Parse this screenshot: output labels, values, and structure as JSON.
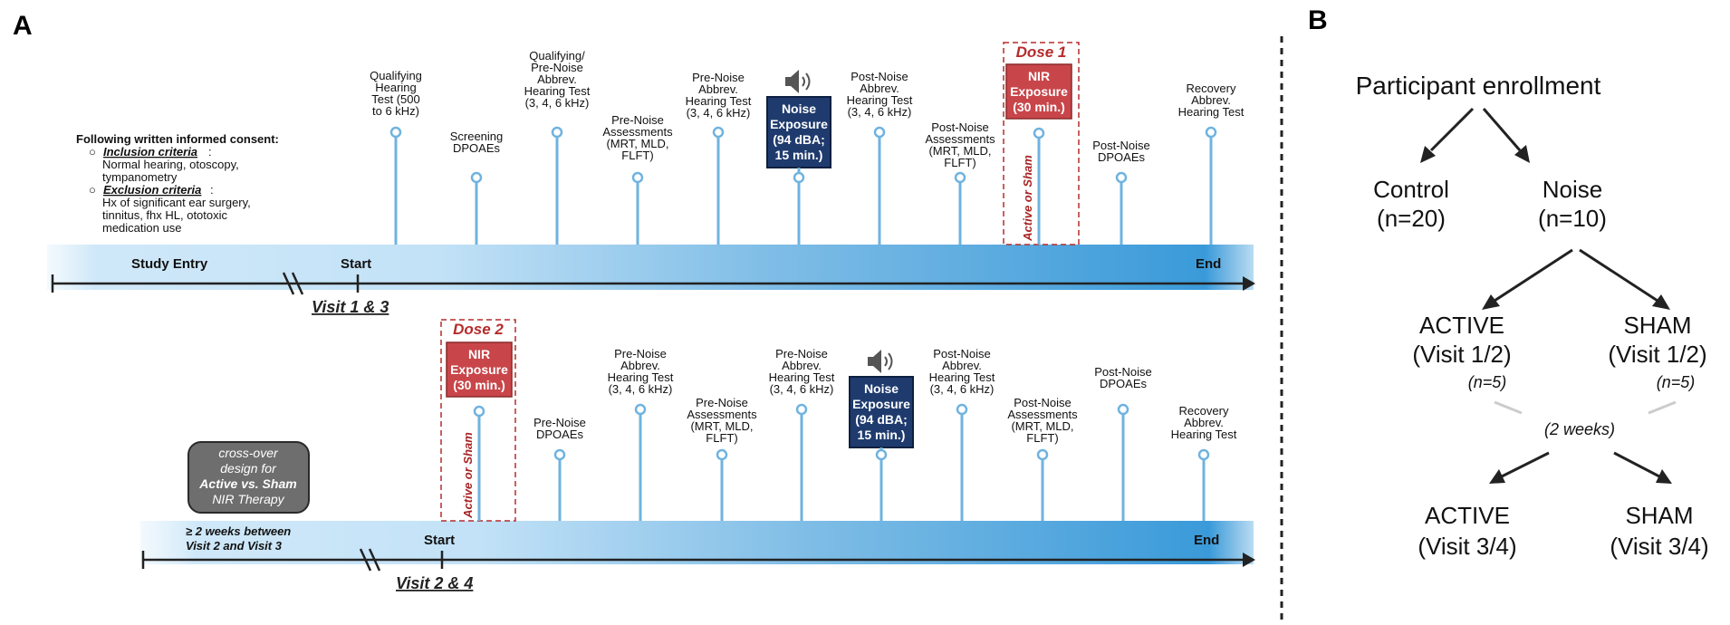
{
  "panel_a": {
    "letter": "A",
    "consent": {
      "heading": "Following written informed consent:",
      "inclusion_title": "Inclusion criteria",
      "inclusion_text": "Normal hearing, otoscopy,",
      "inclusion_text2": "tympanometry",
      "exclusion_title": "Exclusion criteria",
      "exclusion_text": "Hx of significant ear surgery,",
      "exclusion_text2": "tinnitus, fhx HL, ototoxic",
      "exclusion_text3": "medication use"
    },
    "timeline1": {
      "entry": "Study Entry",
      "start": "Start",
      "end": "End",
      "visit": "Visit 1 & 3",
      "events": [
        {
          "lines": [
            "Qualifying",
            "Hearing",
            "Test (500",
            "to 6 kHz)"
          ]
        },
        {
          "lines": [
            "Screening",
            "DPOAEs"
          ]
        },
        {
          "lines": [
            "Qualifying/",
            "Pre-Noise",
            "Abbrev.",
            "Hearing Test",
            "(3, 4, 6 kHz)"
          ]
        },
        {
          "lines": [
            "Pre-Noise",
            "Assessments",
            "(MRT, MLD,",
            "FLFT)"
          ]
        },
        {
          "lines": [
            "Pre-Noise",
            "Abbrev.",
            "Hearing Test",
            "(3, 4, 6 kHz)"
          ]
        },
        {
          "lines": [
            "Noise",
            "Exposure",
            "(94 dBA;",
            "15 min.)"
          ]
        },
        {
          "lines": [
            "Post-Noise",
            "Abbrev.",
            "Hearing Test",
            "(3, 4, 6 kHz)"
          ]
        },
        {
          "lines": [
            "Post-Noise",
            "Assessments",
            "(MRT, MLD,",
            "FLFT)"
          ]
        },
        {
          "lines": [
            "NIR",
            "Exposure",
            "(30 min.)"
          ]
        },
        {
          "lines": [
            "Post-Noise",
            "DPOAEs"
          ]
        },
        {
          "lines": [
            "Recovery",
            "Abbrev.",
            "Hearing Test"
          ]
        }
      ],
      "dose": "Dose 1",
      "active_sham": "Active or Sham"
    },
    "timeline2": {
      "start": "Start",
      "end": "End",
      "visit": "Visit 2 & 4",
      "gap_line1": "≥ 2 weeks between",
      "gap_line2": "Visit 2 and Visit 3",
      "crossover": [
        "cross-over",
        "design for",
        "Active vs. Sham",
        "NIR Therapy"
      ],
      "events": [
        {
          "lines": [
            "NIR",
            "Exposure",
            "(30 min.)"
          ]
        },
        {
          "lines": [
            "Pre-Noise",
            "DPOAEs"
          ]
        },
        {
          "lines": [
            "Pre-Noise",
            "Abbrev.",
            "Hearing Test",
            "(3, 4, 6 kHz)"
          ]
        },
        {
          "lines": [
            "Pre-Noise",
            "Assessments",
            "(MRT, MLD,",
            "FLFT)"
          ]
        },
        {
          "lines": [
            "Pre-Noise",
            "Abbrev.",
            "Hearing Test",
            "(3, 4, 6 kHz)"
          ]
        },
        {
          "lines": [
            "Noise",
            "Exposure",
            "(94 dBA;",
            "15 min.)"
          ]
        },
        {
          "lines": [
            "Post-Noise",
            "Abbrev.",
            "Hearing Test",
            "(3, 4, 6 kHz)"
          ]
        },
        {
          "lines": [
            "Post-Noise",
            "Assessments",
            "(MRT, MLD,",
            "FLFT)"
          ]
        },
        {
          "lines": [
            "Post-Noise",
            "DPOAEs"
          ]
        },
        {
          "lines": [
            "Recovery",
            "Abbrev.",
            "Hearing Test"
          ]
        }
      ],
      "dose": "Dose 2",
      "active_sham": "Active or Sham"
    },
    "colors": {
      "timeline_blue": "#3a9ad9",
      "stem_blue": "#6fb3df",
      "noise_box": "#1f3b6e",
      "nir_box": "#c8464a",
      "dose_red": "#b52b2b",
      "gray_box": "#6e6e6e"
    }
  },
  "panel_b": {
    "letter": "B",
    "enrollment": "Participant enrollment",
    "control": "Control",
    "control_n": "(n=20)",
    "noise": "Noise",
    "noise_n": "(n=10)",
    "active1": "ACTIVE",
    "active1_visit": "(Visit 1/2)",
    "active1_n": "(n=5)",
    "sham1": "SHAM",
    "sham1_visit": "(Visit 1/2)",
    "sham1_n": "(n=5)",
    "weeks": "(2 weeks)",
    "active2": "ACTIVE",
    "active2_visit": "(Visit 3/4)",
    "sham2": "SHAM",
    "sham2_visit": "(Visit 3/4)"
  }
}
